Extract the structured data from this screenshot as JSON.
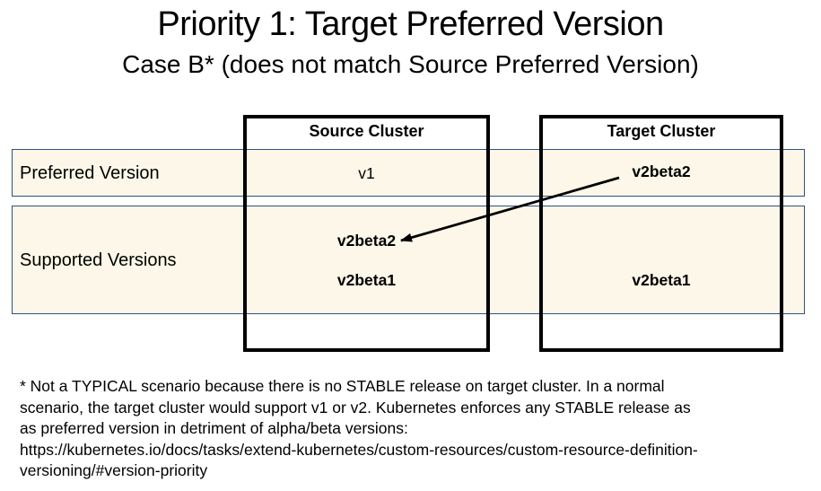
{
  "title": "Priority 1: Target Preferred Version",
  "subtitle": "Case B* (does not match Source Preferred Version)",
  "clusters": {
    "source": {
      "header": "Source Cluster"
    },
    "target": {
      "header": "Target Cluster"
    }
  },
  "rows": [
    {
      "label": "Preferred Version",
      "source": "v1",
      "target": "v2beta2"
    },
    {
      "label": "Supported Versions",
      "source": [
        "v2beta2",
        "v2beta1"
      ],
      "target": [
        "v2beta1"
      ]
    }
  ],
  "footnote": "* Not a TYPICAL scenario because there is no STABLE release on target cluster. In a normal\nscenario, the target cluster would support v1 or v2. Kubernetes enforces any STABLE release as\nas preferred version in detriment of alpha/beta versions:\nhttps://kubernetes.io/docs/tasks/extend-kubernetes/custom-resources/custom-resource-definition-\nversioning/#version-priority",
  "colors": {
    "background": "#FFFFFF",
    "band_bg": "#FCF7E8",
    "band_border": "#2E5080",
    "box_border": "#000000",
    "arrow": "#000000",
    "text": "#000000"
  }
}
